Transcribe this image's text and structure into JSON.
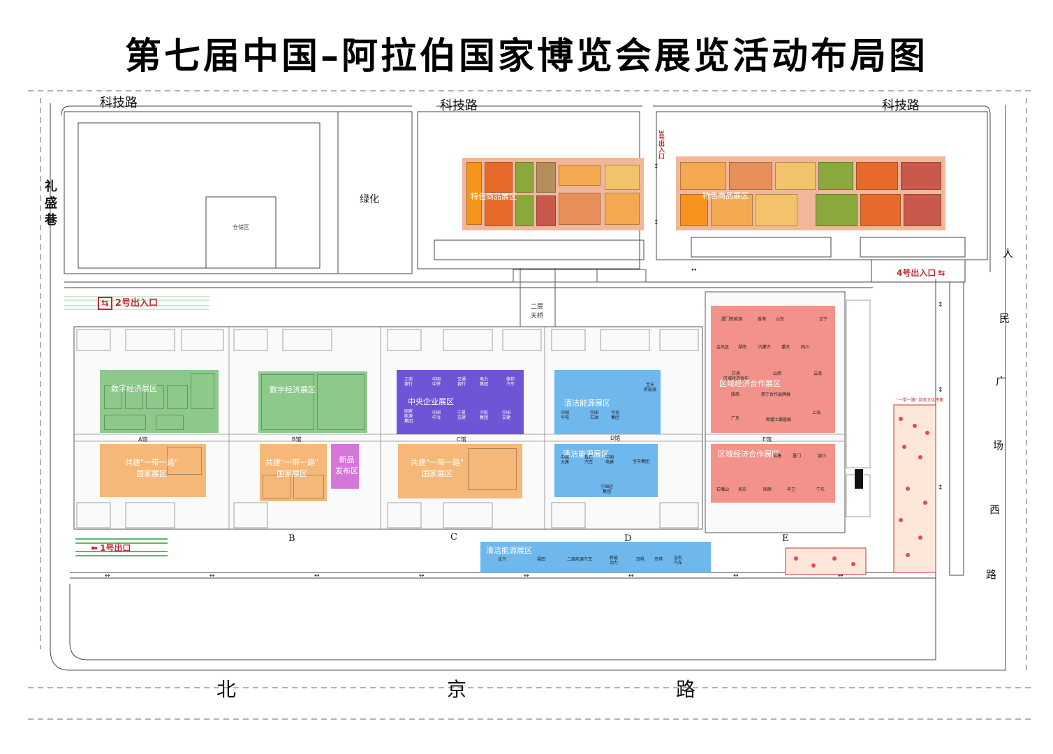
{
  "title": "第七届中国–阿拉伯国家博览会展览活动布局图",
  "roads": {
    "keji_left": "科技路",
    "keji_mid": "科技路",
    "keji_right": "科技路",
    "lisheng": "礼盛巷",
    "beijing_chars": [
      "北",
      "京",
      "路"
    ],
    "renmin_chars": [
      "人",
      "民",
      "广",
      "场",
      "西",
      "路"
    ]
  },
  "areas": {
    "storage": "仓储区",
    "greenery": "绿化",
    "bridge": "二层\n天桥"
  },
  "exits": {
    "exit1": "1号出口",
    "exit2": "2号出入口",
    "exit3": "3号出入口",
    "exit4": "4号出入口"
  },
  "zones": {
    "specialty_left": "特色商品展区",
    "specialty_right": "特色商品展区",
    "digital_a": "数字经济展区",
    "digital_b": "数字经济展区",
    "central": "中央企业展区",
    "clean_d_top": "清洁能源展区",
    "regional_top": "区域经济合作展区",
    "br_a": "共建\"一带一路\"\n国家展区",
    "br_b": "共建\"一带一路\"\n国家展区",
    "launch": "新品\n发布区",
    "br_c": "共建\"一带一路\"\n国家展区",
    "clean_d_bottom": "清洁能源展区",
    "regional_bottom": "区域经济合作展区",
    "clean_outdoor": "清洁能源展区"
  },
  "halls": {
    "a_label": "A馆",
    "b_label": "B馆",
    "c_label": "C馆",
    "d_label": "D馆",
    "e_label": "E馆",
    "b_letter": "B",
    "c_letter": "C",
    "d_letter": "D",
    "e_letter": "E"
  },
  "booths": {
    "central": [
      "工商\n银行",
      "中国\n中铁",
      "交通\n银行",
      "电力\n集团",
      "德邦\n汽车",
      "国家\n能源\n集团",
      "中国\n中冶",
      "宁夏\n交建",
      "中航\n集团",
      "中国\n交建"
    ],
    "clean_top": [
      "中国\n华电",
      "中国\n石油",
      "华润\n集团",
      "宝丰\n新能源"
    ],
    "clean_bottom": [
      "中国\n大唐",
      "极石\n汽车",
      "中国\n电建",
      "宝丰集团",
      "宁国运\n集团"
    ],
    "regional_top": [
      "厦门新能源",
      "香港",
      "山东",
      "辽宁",
      "金凤区",
      "湖南",
      "内蒙古",
      "重庆",
      "四川",
      "甘肃\n区域经济合作",
      "云南",
      "山西",
      "陕西",
      "西宁合作品牌展",
      "广东",
      "新疆土霸管展",
      "上海"
    ],
    "regional_bottom": [
      "福建",
      "厦门",
      "银川",
      "石嘴山",
      "吴忠",
      "固原",
      "中卫",
      "宁东"
    ],
    "outdoor": [
      "北汽",
      "福田",
      "二级能源汽车",
      "新能\n动力",
      "驭帆",
      "传祺",
      "吉利\n汽车"
    ],
    "br_side": "\"一带一路\" 商务文化市集"
  },
  "colors": {
    "specialty": "#f2b79a",
    "digital": "#8dc98b",
    "central": "#6f55d6",
    "clean": "#6fb8ee",
    "regional": "#f2928a",
    "beltroad": "#f5b878",
    "launch": "#d477d8",
    "exit": "#c0272d"
  }
}
